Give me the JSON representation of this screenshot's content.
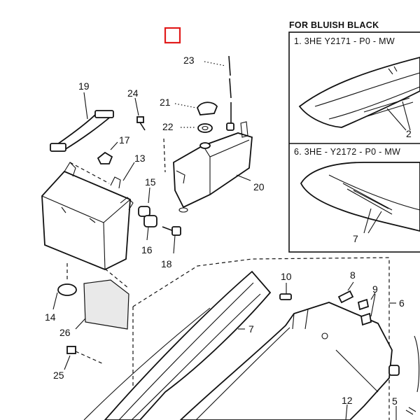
{
  "diagram": {
    "inset": {
      "title": "FOR BLUISH BLACK",
      "rows": [
        {
          "label": "1. 3HE   Y2171 - P0 - MW",
          "callout": "2"
        },
        {
          "label": "6. 3HE - Y2172 - P0 - MW",
          "callout": "7"
        }
      ]
    },
    "callouts": {
      "c2": "2",
      "c5": "5",
      "c6": "6",
      "c7": "7",
      "c8": "8",
      "c9": "9",
      "c10": "10",
      "c12": "12",
      "c13": "13",
      "c14": "14",
      "c15": "15",
      "c16": "16",
      "c17": "17",
      "c18": "18",
      "c19": "19",
      "c20": "20",
      "c21": "21",
      "c22": "22",
      "c23": "23",
      "c24": "24",
      "c25": "25",
      "c26": "26"
    },
    "marker_color": "#e11b1b"
  }
}
